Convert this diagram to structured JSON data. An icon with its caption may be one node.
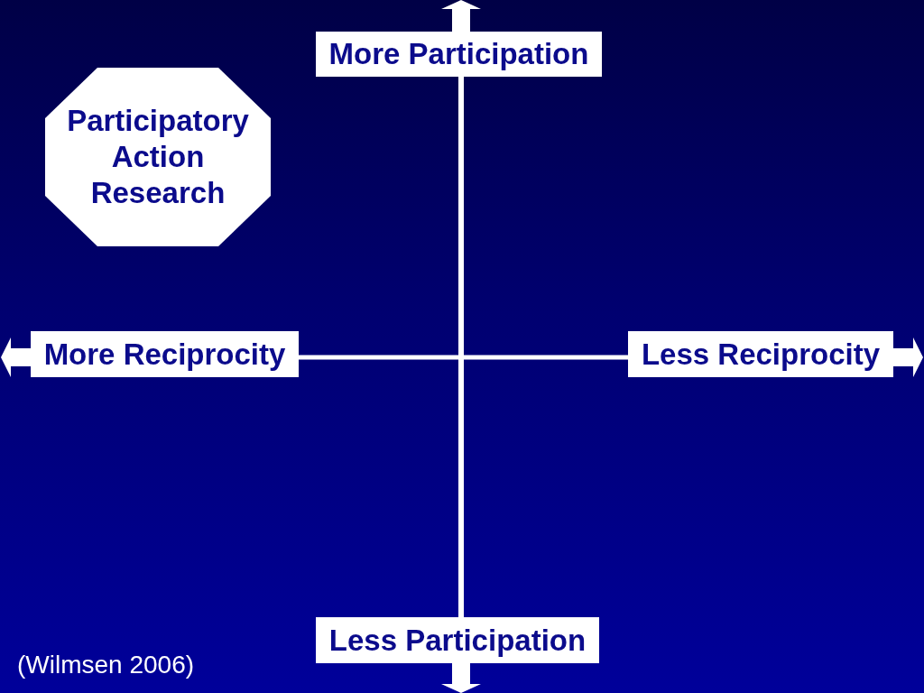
{
  "diagram": {
    "caption": "(Wilmsen 2006)",
    "nodes": [
      {
        "text": [
          "More Participation"
        ]
      },
      {
        "text": [
          "Participatory Action Research"
        ]
      },
      {
        "text": [
          "More Reciprocity"
        ]
      },
      {
        "text": [
          "Less Reciprocity"
        ]
      },
      {
        "text": [
          "Less Participation"
        ]
      }
    ]
  }
}
